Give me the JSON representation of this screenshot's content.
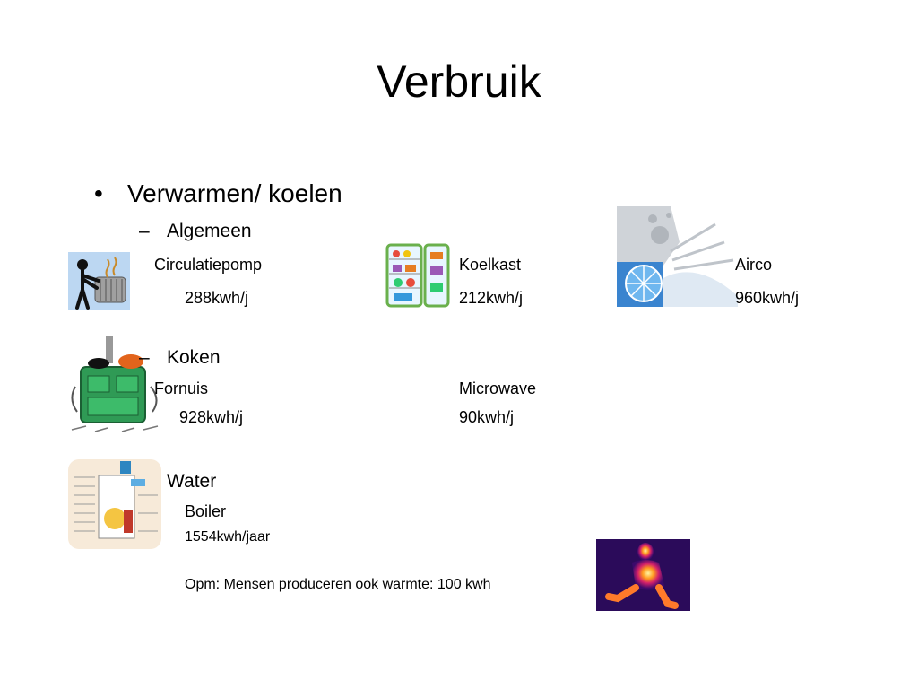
{
  "slide": {
    "title": "Verbruik",
    "bullet": "•",
    "dash": "–",
    "heading": "Verwarmen/ koelen",
    "algemeen": {
      "label": "Algemeen",
      "items": [
        {
          "name": "Circulatiepomp",
          "value": "288kwh/j"
        },
        {
          "name": "Koelkast",
          "value": "212kwh/j"
        },
        {
          "name": "Airco",
          "value": "960kwh/j"
        }
      ]
    },
    "koken": {
      "label": "Koken",
      "items": [
        {
          "name": "Fornuis",
          "value": "928kwh/j"
        },
        {
          "name": "Microwave",
          "value": "90kwh/j"
        }
      ]
    },
    "water": {
      "label": "Water",
      "items": [
        {
          "name": "Boiler",
          "value": "1554kwh/jaar"
        }
      ]
    },
    "note": "Opm: Mensen produceren ook warmte: 100 kwh"
  }
}
